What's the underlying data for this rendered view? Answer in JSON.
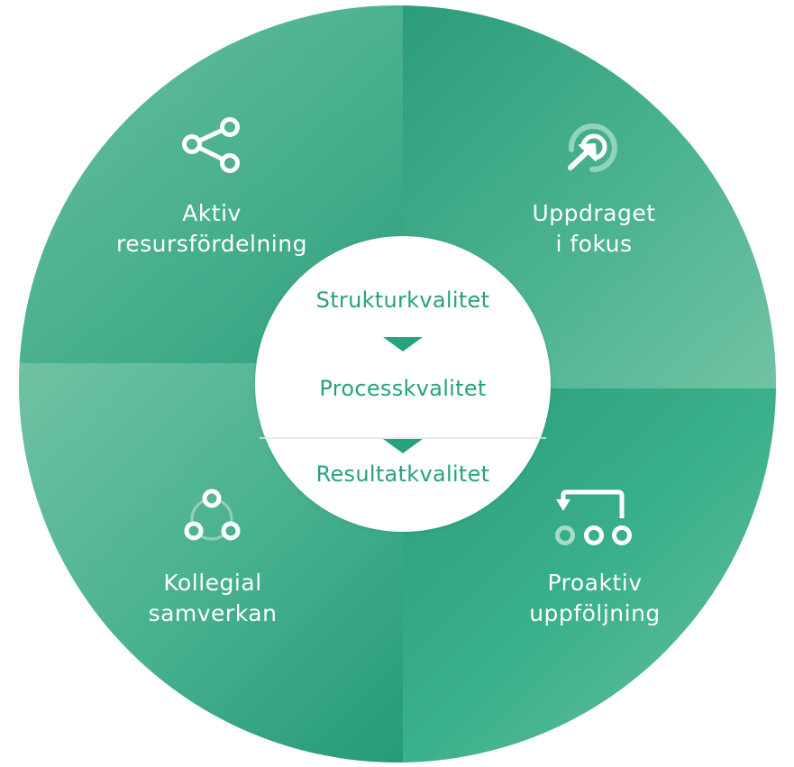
{
  "quadrants": {
    "top_left": {
      "line1": "Aktiv",
      "line2": "resursfördelning",
      "icon": "share-icon"
    },
    "top_right": {
      "line1": "Uppdraget",
      "line2": "i fokus",
      "icon": "target-arrow-icon"
    },
    "bottom_left": {
      "line1": "Kollegial",
      "line2": "samverkan",
      "icon": "cycle-icon"
    },
    "bottom_right": {
      "line1": "Proaktiv",
      "line2": "uppföljning",
      "icon": "loop-back-icon"
    }
  },
  "center": {
    "step1": "Strukturkvalitet",
    "step2": "Processkvalitet",
    "step3": "Resultatkvalitet"
  },
  "colors": {
    "primary": "#35a988",
    "light": "#6cc09f",
    "dark": "#259a79",
    "text_accent": "#26a27e",
    "white": "#ffffff"
  }
}
